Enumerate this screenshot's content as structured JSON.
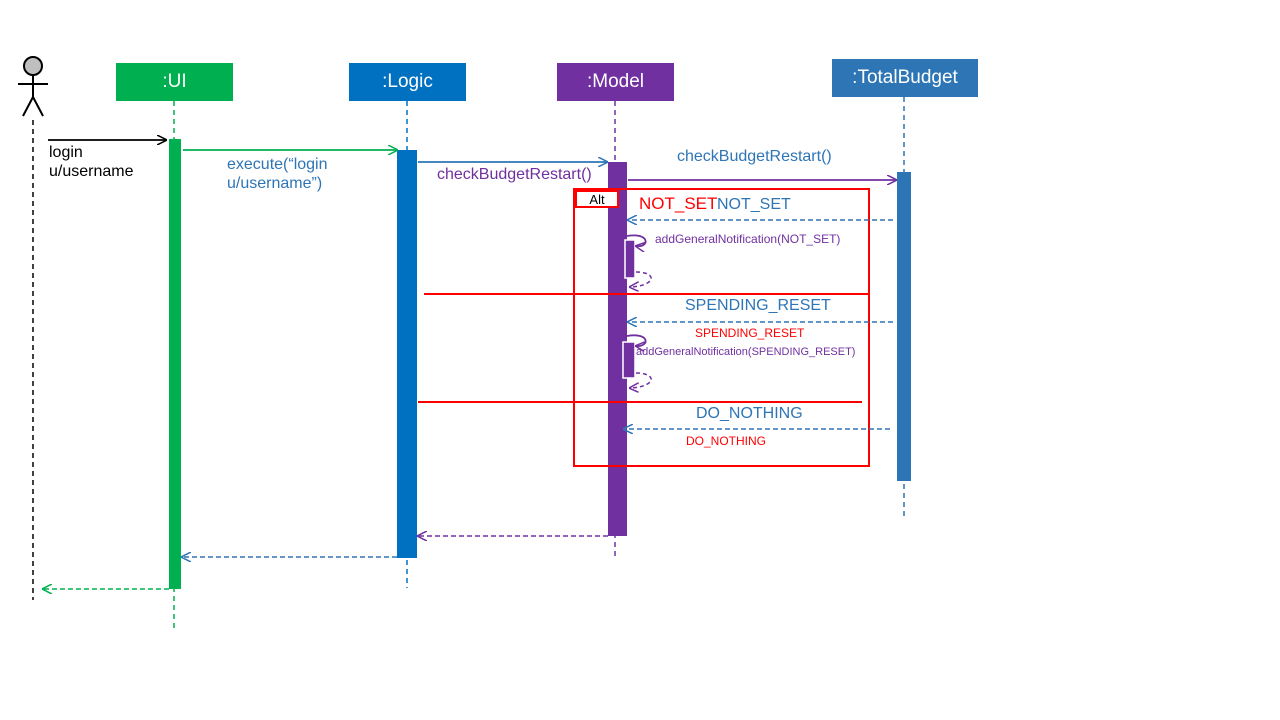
{
  "participants": {
    "ui": {
      "label": ":UI",
      "color": "#00b050"
    },
    "logic": {
      "label": ":Logic",
      "color": "#0070c0"
    },
    "model": {
      "label": ":Model",
      "color": "#7030a0"
    },
    "totalbudget": {
      "label": ":TotalBudget",
      "color": "#2e75b6"
    }
  },
  "messages": {
    "login_line1": "login",
    "login_line2": "u/username",
    "execute_line1": "execute(“login",
    "execute_line2": "u/username”)",
    "check_model": "checkBudgetRestart()",
    "check_total": "checkBudgetRestart()"
  },
  "alt_fragment": {
    "tag": "Alt",
    "guard_not_set": "NOT_SET",
    "return_not_set": "NOT_SET",
    "notify_not_set": "addGeneralNotification(NOT_SET)",
    "return_spending_reset": "SPENDING_RESET",
    "guard_spending_reset": "SPENDING_RESET",
    "notify_spending_reset": "addGeneralNotification(SPENDING_RESET)",
    "return_do_nothing": "DO_NOTHING",
    "guard_do_nothing": "DO_NOTHING"
  },
  "colors": {
    "alt_frame": "#ff0000",
    "ui_line": "#00b050",
    "logic_line": "#0070c0",
    "model_line": "#7030a0",
    "return_line": "#2e75b6"
  }
}
